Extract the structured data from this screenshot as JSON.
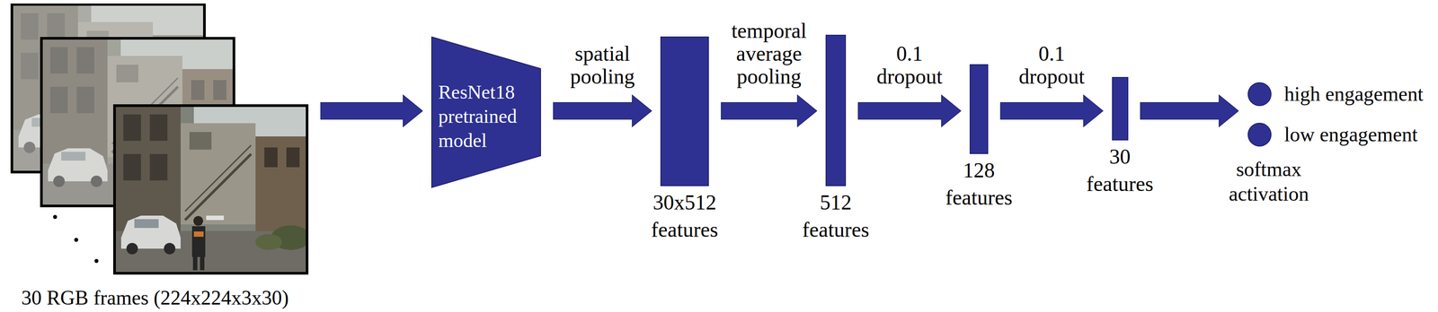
{
  "diagram": {
    "nodes": [
      {
        "text": [
          "30 RGB frames (224x224x3x30)"
        ]
      },
      {
        "text": [
          "ResNet18 pretrained model"
        ]
      },
      {
        "text": [
          "30x512 features"
        ]
      },
      {
        "text": [
          "512 features"
        ]
      },
      {
        "text": [
          "128 features"
        ]
      },
      {
        "text": [
          "30 features"
        ]
      },
      {
        "text": [
          "softmax activation"
        ]
      },
      {
        "text": [
          "high engagement"
        ],
        "in": 6
      },
      {
        "text": [
          "low engagement"
        ],
        "in": 6
      }
    ],
    "edges": [
      {
        "from": 0,
        "to": 1,
        "arrow": "to"
      },
      {
        "from": 1,
        "to": 2,
        "label": "spatial pooling",
        "arrow": "to"
      },
      {
        "from": 2,
        "to": 3,
        "label": "temporal average pooling",
        "arrow": "to"
      },
      {
        "from": 3,
        "to": 4,
        "label": "0.1 dropout",
        "arrow": "to"
      },
      {
        "from": 4,
        "to": 5,
        "label": "0.1 dropout",
        "arrow": "to"
      },
      {
        "from": 5,
        "to": 6,
        "arrow": "to"
      }
    ]
  }
}
